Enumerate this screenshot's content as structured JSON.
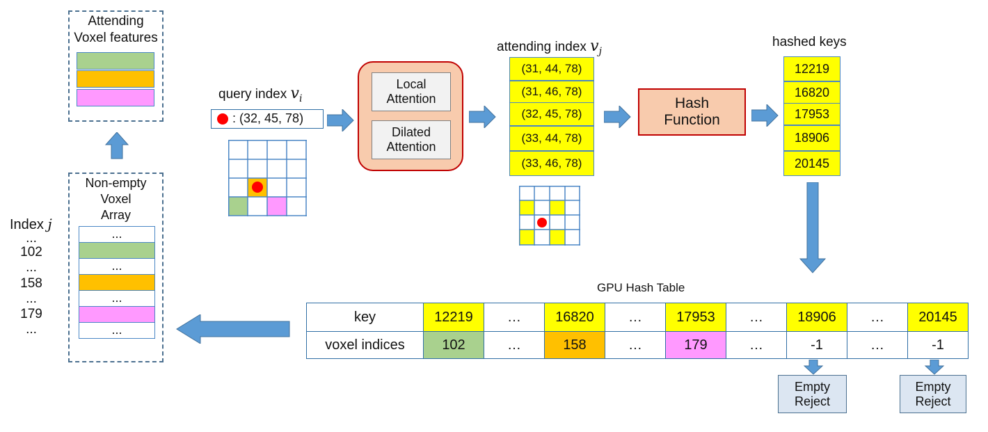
{
  "attending_features": {
    "title_line1": "Attending",
    "title_line2": "Voxel features",
    "bar_colors": [
      "#a9d18e",
      "#ffc000",
      "#ff99ff"
    ]
  },
  "voxel_array": {
    "title_line1": "Non-empty",
    "title_line2": "Voxel",
    "title_line3": "Array",
    "rows": [
      {
        "text": "...",
        "color": "#ffffff"
      },
      {
        "text": "",
        "color": "#a9d18e"
      },
      {
        "text": "...",
        "color": "#ffffff"
      },
      {
        "text": "",
        "color": "#ffc000"
      },
      {
        "text": "...",
        "color": "#ffffff"
      },
      {
        "text": "",
        "color": "#ff99ff"
      },
      {
        "text": "...",
        "color": "#ffffff"
      }
    ]
  },
  "index_list": {
    "label": "Index",
    "var": "j",
    "items": [
      "...",
      "102",
      "...",
      "158",
      "...",
      "179",
      "..."
    ]
  },
  "query": {
    "label": "query index",
    "var": "v",
    "sub": "i",
    "coords": ": (32, 45, 78)"
  },
  "attention": {
    "local_line1": "Local",
    "local_line2": "Attention",
    "dilated_line1": "Dilated",
    "dilated_line2": "Attention"
  },
  "attending_index": {
    "label": "attending index",
    "var": "v",
    "sub": "j",
    "items": [
      "(31, 44, 78)",
      "(31, 46, 78)",
      "(32, 45, 78)",
      "(33, 44, 78)",
      "(33, 46, 78)"
    ]
  },
  "hash": {
    "line1": "Hash",
    "line2": "Function"
  },
  "hashed_keys": {
    "label": "hashed keys",
    "items": [
      "12219",
      "16820",
      "17953",
      "18906",
      "20145"
    ]
  },
  "hash_table": {
    "title": "GPU Hash Table",
    "key_label": "key",
    "value_label": "voxel indices",
    "keys": [
      "12219",
      "…",
      "16820",
      "…",
      "17953",
      "…",
      "18906",
      "…",
      "20145"
    ],
    "values": [
      "102",
      "…",
      "158",
      "…",
      "179",
      "…",
      "-1",
      "…",
      "-1"
    ],
    "value_colors": [
      "#a9d18e",
      "#ffffff",
      "#ffc000",
      "#ffffff",
      "#ff99ff",
      "#ffffff",
      "#ffffff",
      "#ffffff",
      "#ffffff"
    ]
  },
  "empty_boxes": [
    {
      "line1": "Empty",
      "line2": "Reject"
    },
    {
      "line1": "Empty",
      "line2": "Reject"
    }
  ],
  "colors": {
    "arrow": "#5b9bd5",
    "yellow": "#ffff00",
    "green": "#a9d18e",
    "orange": "#ffc000",
    "pink": "#ff99ff",
    "red": "#ff0000",
    "attention_bg": "#f8cbad",
    "attention_border": "#c00000",
    "empty_bg": "#dce6f2"
  }
}
